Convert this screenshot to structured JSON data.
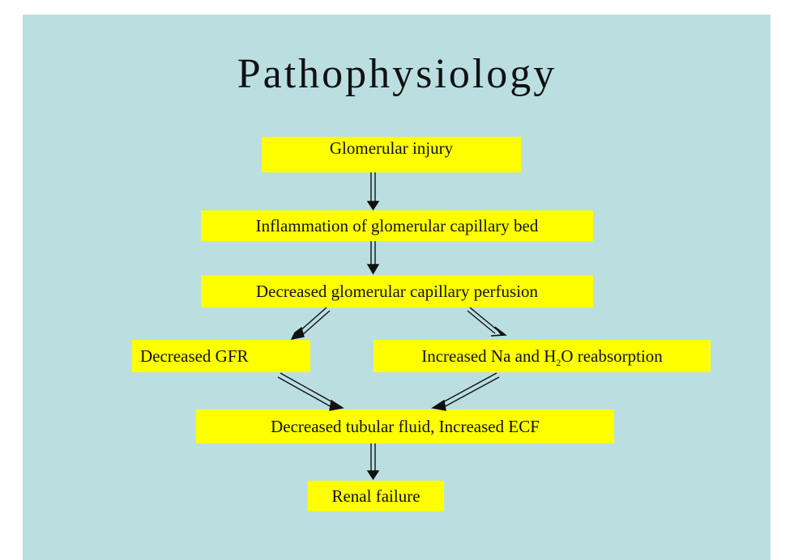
{
  "title": "Pathophysiology",
  "nodes": {
    "glomerular_injury": "Glomerular injury",
    "inflammation": "Inflammation of glomerular capillary bed",
    "decreased_perfusion": "Decreased glomerular capillary perfusion",
    "decreased_gfr": "Decreased GFR",
    "increased_reabsorption": {
      "prefix": "Increased Na and H",
      "subscript": "2",
      "suffix": "O reabsorption"
    },
    "decreased_tubular_fluid": "Decreased tubular fluid, Increased ECF",
    "renal_failure": "Renal failure"
  },
  "colors": {
    "slide_background": "#bbdfe1",
    "box_fill": "#ffff00",
    "text": "#111111",
    "arrow": "#111111"
  }
}
